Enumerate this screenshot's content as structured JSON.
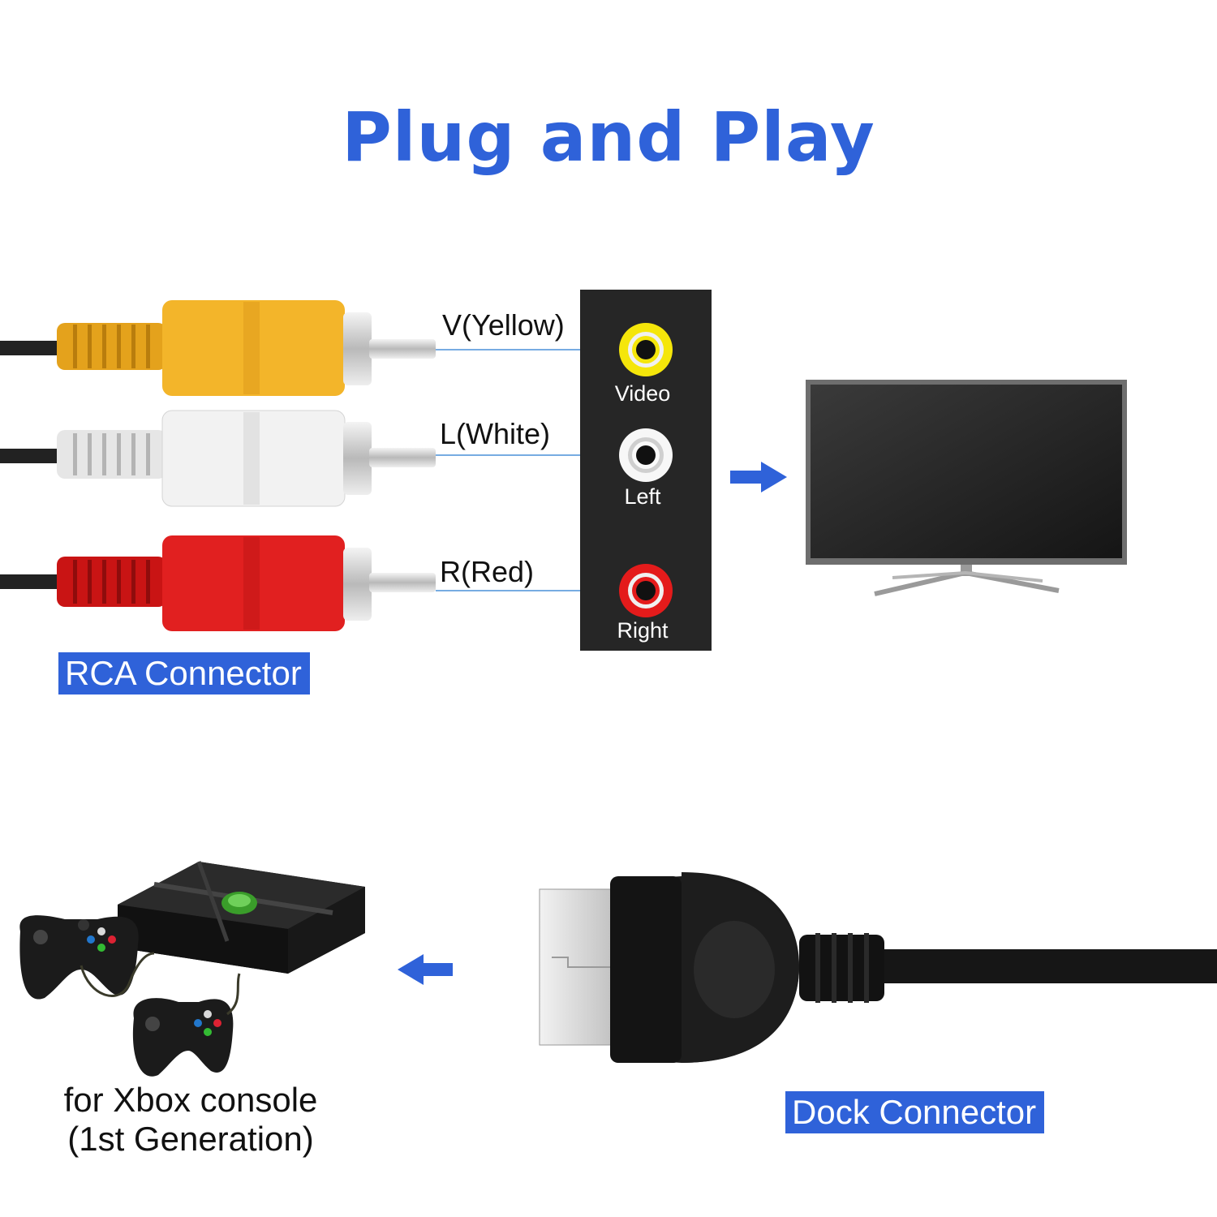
{
  "title": "Plug and Play",
  "colors": {
    "accent": "#2f62d9",
    "panel": "#262626",
    "yellow": "#f3b52a",
    "white": "#f0f0f0",
    "red": "#e12020",
    "leader_line": "#4a90d9"
  },
  "rca": {
    "plugs": [
      {
        "wire_label": "V(Yellow)",
        "jack_label": "Video",
        "color": "yellow"
      },
      {
        "wire_label": "L(White)",
        "jack_label": "Left",
        "color": "white"
      },
      {
        "wire_label": "R(Red)",
        "jack_label": "Right",
        "color": "red"
      }
    ],
    "tag": "RCA Connector"
  },
  "dock": {
    "tag": "Dock Connector"
  },
  "console": {
    "caption_line1": "for Xbox console",
    "caption_line2": "(1st Generation)"
  },
  "icons": [
    "rca-cable-icon",
    "av-panel-icon",
    "arrow-right-icon",
    "tv-icon",
    "xbox-console-icon",
    "controller-icon",
    "arrow-left-icon",
    "dock-connector-icon"
  ]
}
